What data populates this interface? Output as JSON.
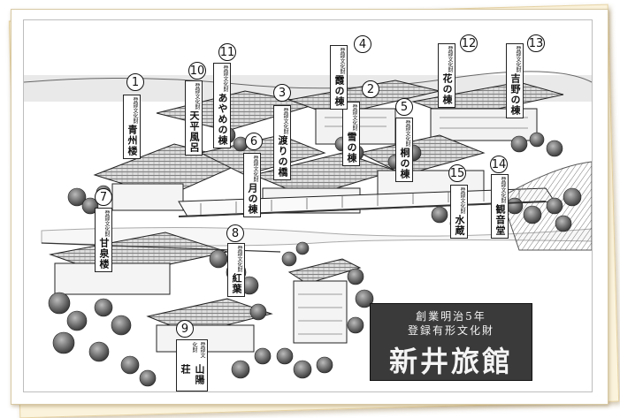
{
  "title_plate": {
    "line1": "創業明治5年",
    "line2": "登録有形文化財",
    "name": "新井旅館"
  },
  "designation": "登録文化財",
  "buildings": [
    {
      "num": "1",
      "name": "青州楼"
    },
    {
      "num": "2",
      "name": "雪の棟"
    },
    {
      "num": "3",
      "name": "渡りの橋"
    },
    {
      "num": "4",
      "name": "霞の棟"
    },
    {
      "num": "5",
      "name": "桐の棟"
    },
    {
      "num": "6",
      "name": "月の棟"
    },
    {
      "num": "7",
      "name": "甘泉楼"
    },
    {
      "num": "8",
      "name": "紅葉"
    },
    {
      "num": "9",
      "name": "山陽荘"
    },
    {
      "num": "10",
      "name": "天平風呂"
    },
    {
      "num": "11",
      "name": "あやめの棟"
    },
    {
      "num": "12",
      "name": "花の棟"
    },
    {
      "num": "13",
      "name": "吉野の棟"
    },
    {
      "num": "14",
      "name": "観音堂"
    },
    {
      "num": "15",
      "name": "水蔵"
    }
  ]
}
